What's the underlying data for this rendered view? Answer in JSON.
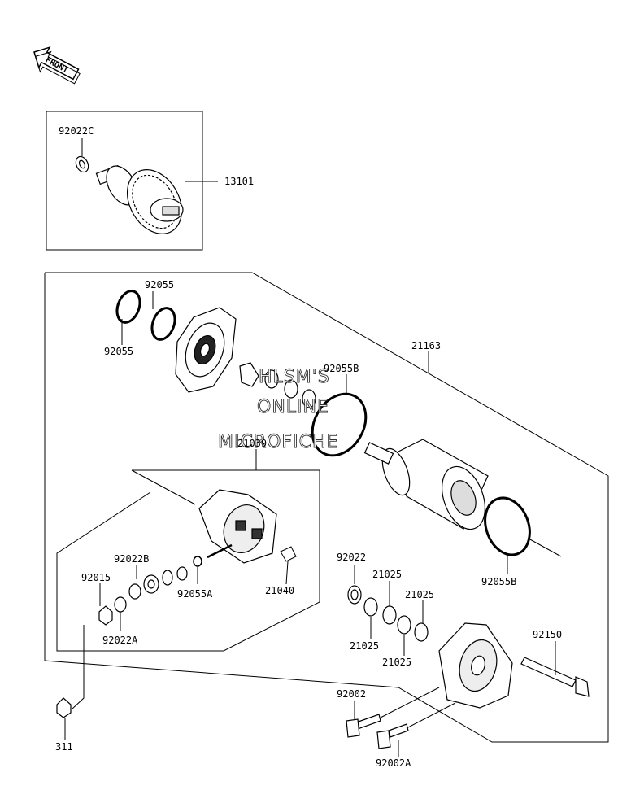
{
  "front_arrow": {
    "label": "FRONT"
  },
  "watermark": {
    "lines": [
      "HLSM'S",
      "ONLINE",
      "MICROFICHE"
    ]
  },
  "part_labels": {
    "p92022C": "92022C",
    "p13101": "13101",
    "p92055_top": "92055",
    "p92055_left": "92055",
    "p21163": "21163",
    "p92055B_top": "92055B",
    "p21039": "21039",
    "p92022B": "92022B",
    "p92015": "92015",
    "p92055A": "92055A",
    "p21040": "21040",
    "p92022A": "92022A",
    "p311": "311",
    "p92022": "92022",
    "p21025_a": "21025",
    "p21025_b": "21025",
    "p21025_c": "21025",
    "p21025_d": "21025",
    "p92055B_right": "92055B",
    "p92150": "92150",
    "p92002": "92002",
    "p92002A": "92002A"
  }
}
